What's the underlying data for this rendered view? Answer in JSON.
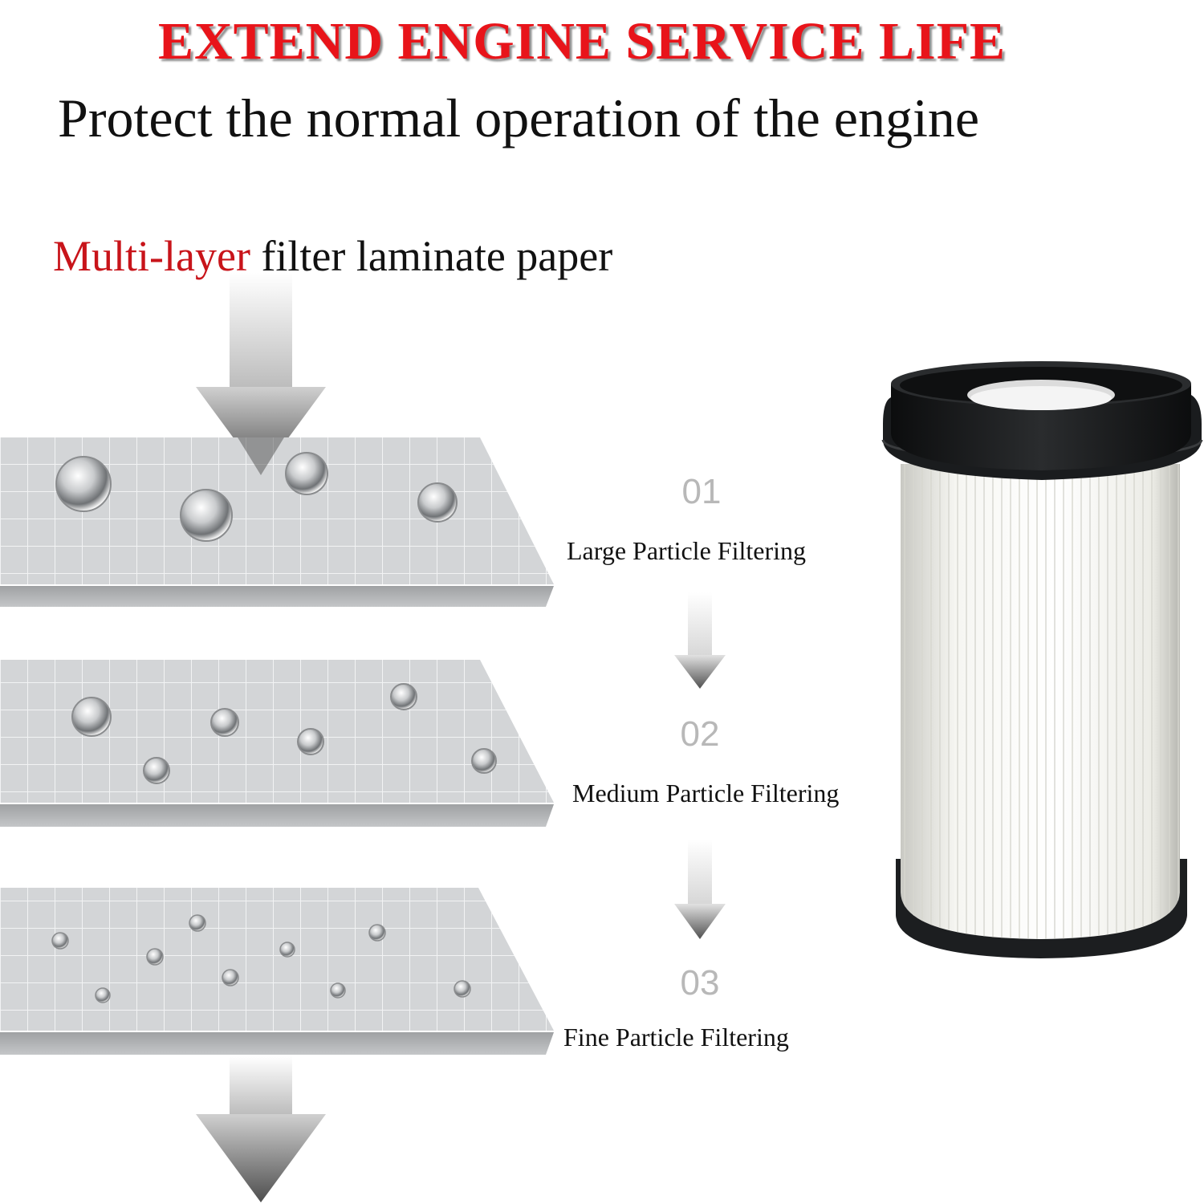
{
  "headline": "EXTEND ENGINE SERVICE LIFE",
  "subheadline": "Protect the normal operation of the engine",
  "layers_heading": {
    "accent": "Multi-layer",
    "rest": " filter laminate paper"
  },
  "steps": [
    {
      "number": "01",
      "label": "Large Particle Filtering"
    },
    {
      "number": "02",
      "label": "Medium Particle Filtering"
    },
    {
      "number": "03",
      "label": "Fine Particle Filtering"
    }
  ],
  "colors": {
    "headline_red": "#e8141a",
    "accent_red": "#c8141a",
    "sheet_gray": "#cfd1d3",
    "filter_black": "#1a1c1e"
  }
}
